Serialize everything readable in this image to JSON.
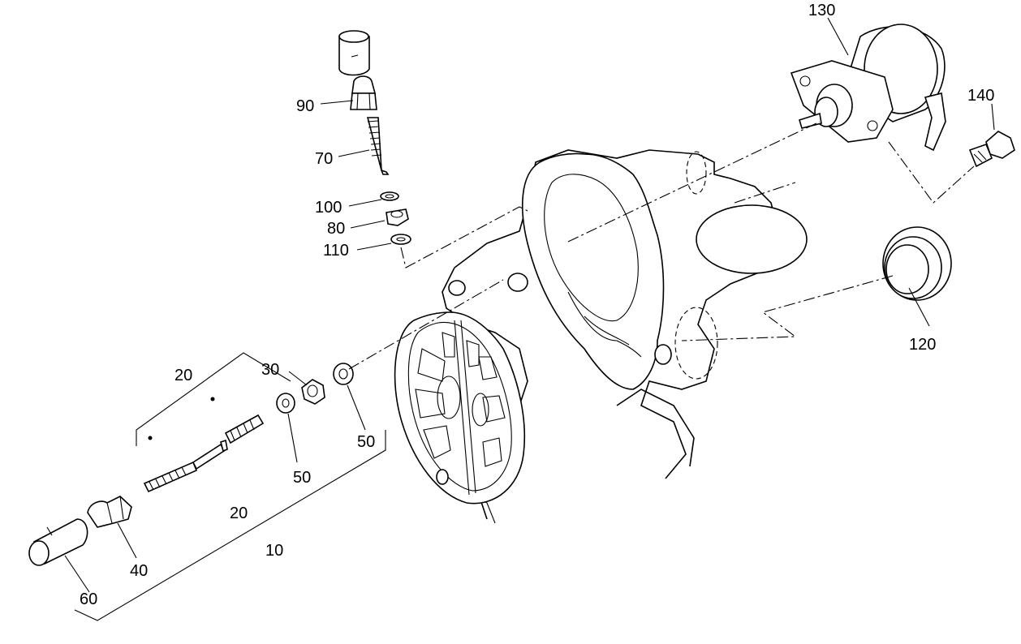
{
  "diagram": {
    "labels": {
      "p10": "10",
      "p20_upper": "20",
      "p20_lower": "20",
      "p30": "30",
      "p40": "40",
      "p50_left": "50",
      "p50_right": "50",
      "p60": "60",
      "p70": "70",
      "p80": "80",
      "p90": "90",
      "p100": "100",
      "p110": "110",
      "p120": "120",
      "p130": "130",
      "p140": "140"
    }
  }
}
